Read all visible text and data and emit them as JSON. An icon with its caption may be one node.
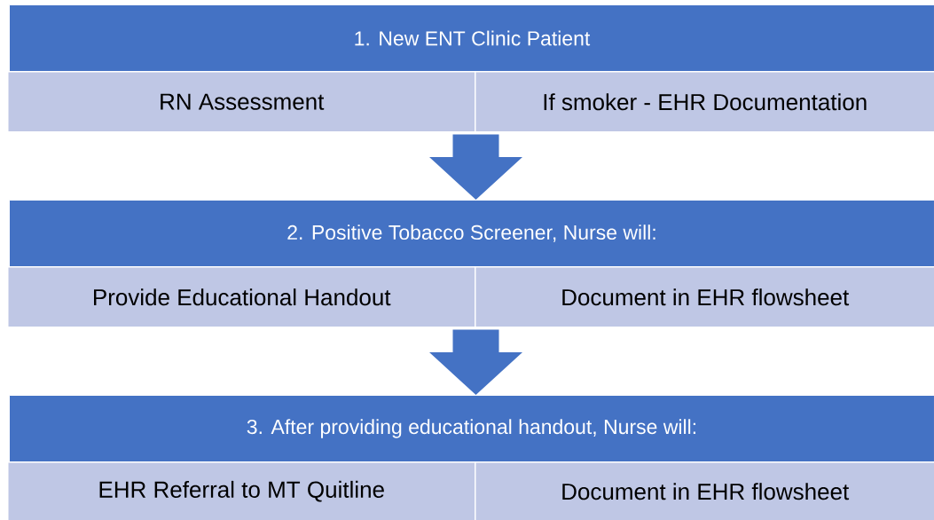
{
  "diagram": {
    "nodes": [
      {
        "text": [
          "1. New ENT Clinic Patient"
        ]
      },
      {
        "text": [
          "RN Assessment"
        ]
      },
      {
        "text": [
          "If smoker - EHR Documentation"
        ]
      },
      {
        "text": [
          "2. Positive Tobacco Screener, Nurse will:"
        ]
      },
      {
        "text": [
          "Provide Educational Handout"
        ]
      },
      {
        "text": [
          "Document in EHR flowsheet"
        ]
      },
      {
        "text": [
          "3. After providing educational handout, Nurse will:"
        ]
      },
      {
        "text": [
          "EHR Referral to MT Quitline"
        ]
      },
      {
        "text": [
          "Document in EHR flowsheet"
        ]
      }
    ],
    "edges": [
      {
        "from": 1,
        "to": 3,
        "arrow": "to"
      },
      {
        "from": 2,
        "to": 3,
        "arrow": "to"
      },
      {
        "from": 4,
        "to": 6,
        "arrow": "to"
      },
      {
        "from": 5,
        "to": 6,
        "arrow": "to"
      }
    ]
  }
}
